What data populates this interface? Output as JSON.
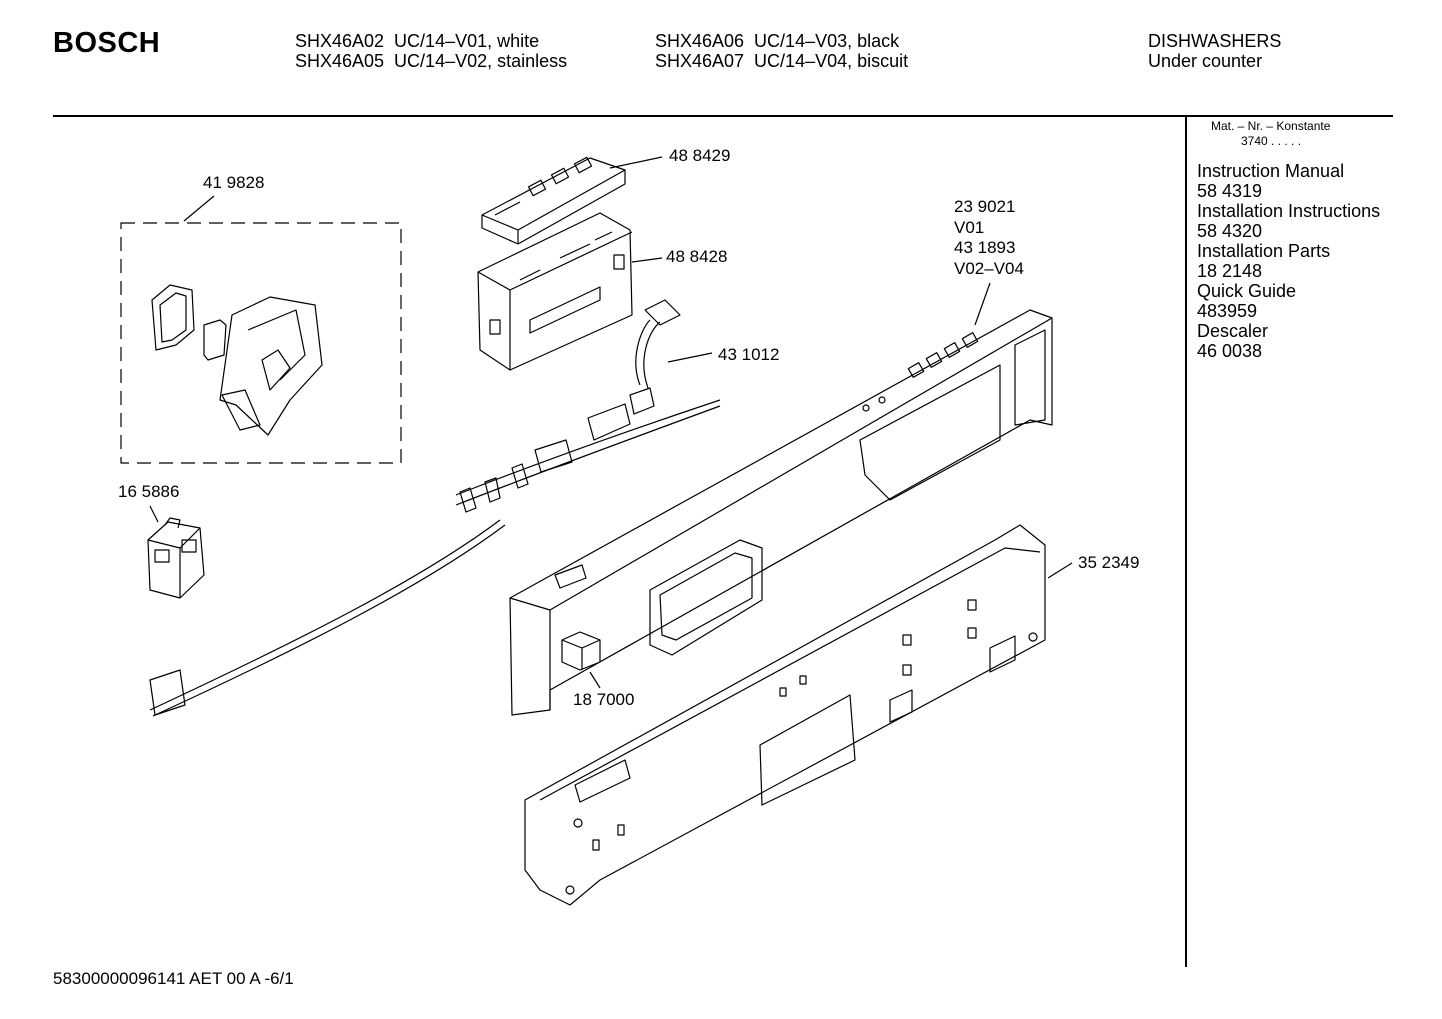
{
  "header": {
    "brand": "BOSCH",
    "models": [
      "SHX46A02  UC/14–V01, white",
      "SHX46A05  UC/14–V02, stainless",
      "SHX46A06  UC/14–V03, black",
      "SHX46A07  UC/14–V04, biscuit"
    ],
    "category": "DISHWASHERS",
    "subcategory": "Under counter"
  },
  "mat": {
    "label": "Mat. – Nr. – Konstante",
    "code": "3740  .   .   .  .  ."
  },
  "documents": [
    "Instruction Manual",
    "58 4319",
    "Installation Instructions",
    "58 4320",
    "Installation Parts",
    "18 2148",
    "Quick Guide",
    "483959",
    "Descaler",
    "46 0038"
  ],
  "parts": {
    "p419828": "41 9828",
    "p488429": "48 8429",
    "p488428": "48 8428",
    "p431012": "43 1012",
    "p239021": "23 9021",
    "v01": "V01",
    "p431893": "43 1893",
    "v02v04": "V02–V04",
    "p165886": "16 5886",
    "p352349": "35 2349",
    "p187000": "18 7000"
  },
  "footer": "58300000096141 AET 00 A  -6/1"
}
